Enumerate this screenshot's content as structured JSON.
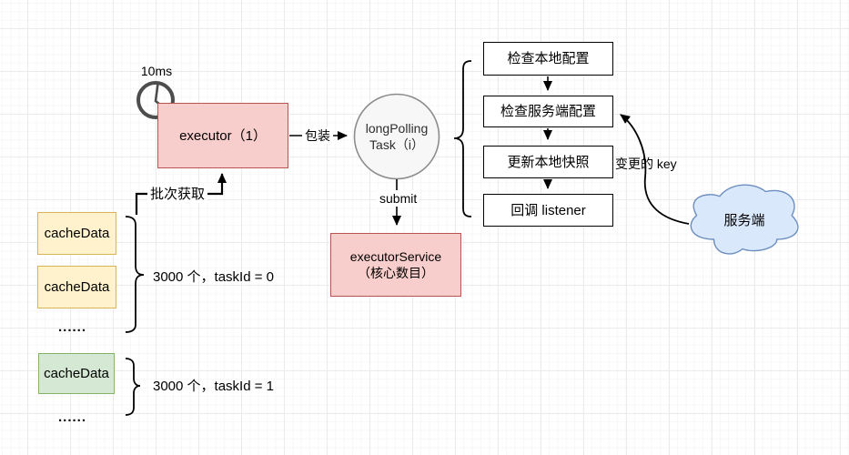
{
  "diagram": {
    "timer_label": "10ms",
    "executor_label": "executor（1）",
    "wrap_label": "包装",
    "task_line1": "longPolling",
    "task_line2": "Task（i）",
    "submit_label": "submit",
    "service_line1": "executorService",
    "service_line2": "（核心数目）",
    "steps": [
      {
        "label": "检查本地配置"
      },
      {
        "label": "检查服务端配置"
      },
      {
        "label": "更新本地快照"
      },
      {
        "label": "回调 listener"
      }
    ],
    "changed_key_label": "变更的 key",
    "cloud_label": "服务端",
    "batch_label": "批次获取",
    "groups": [
      {
        "box1": "cacheData",
        "box2": "cacheData",
        "ellipsis": "......",
        "count_label": "3000 个，taskId = 0"
      },
      {
        "box1": "cacheData",
        "ellipsis": "......",
        "count_label": "3000 个，taskId = 1"
      }
    ],
    "icons": {
      "clock": "clock-icon",
      "cloud": "cloud-shape"
    },
    "colors": {
      "executor_fill": "#F8CECC",
      "executor_stroke": "#B85450",
      "cache_yellow_fill": "#FFF2CC",
      "cache_yellow_stroke": "#D6B656",
      "cache_green_fill": "#D5E8D4",
      "cache_green_stroke": "#82B366",
      "cloud_fill": "#DAE8FC",
      "cloud_stroke": "#6C8EBF",
      "task_circle_fill": "#F7F7F7",
      "task_circle_stroke": "#8C8C8C",
      "line_color": "#000000",
      "clock_color": "#4D4D4D"
    }
  }
}
